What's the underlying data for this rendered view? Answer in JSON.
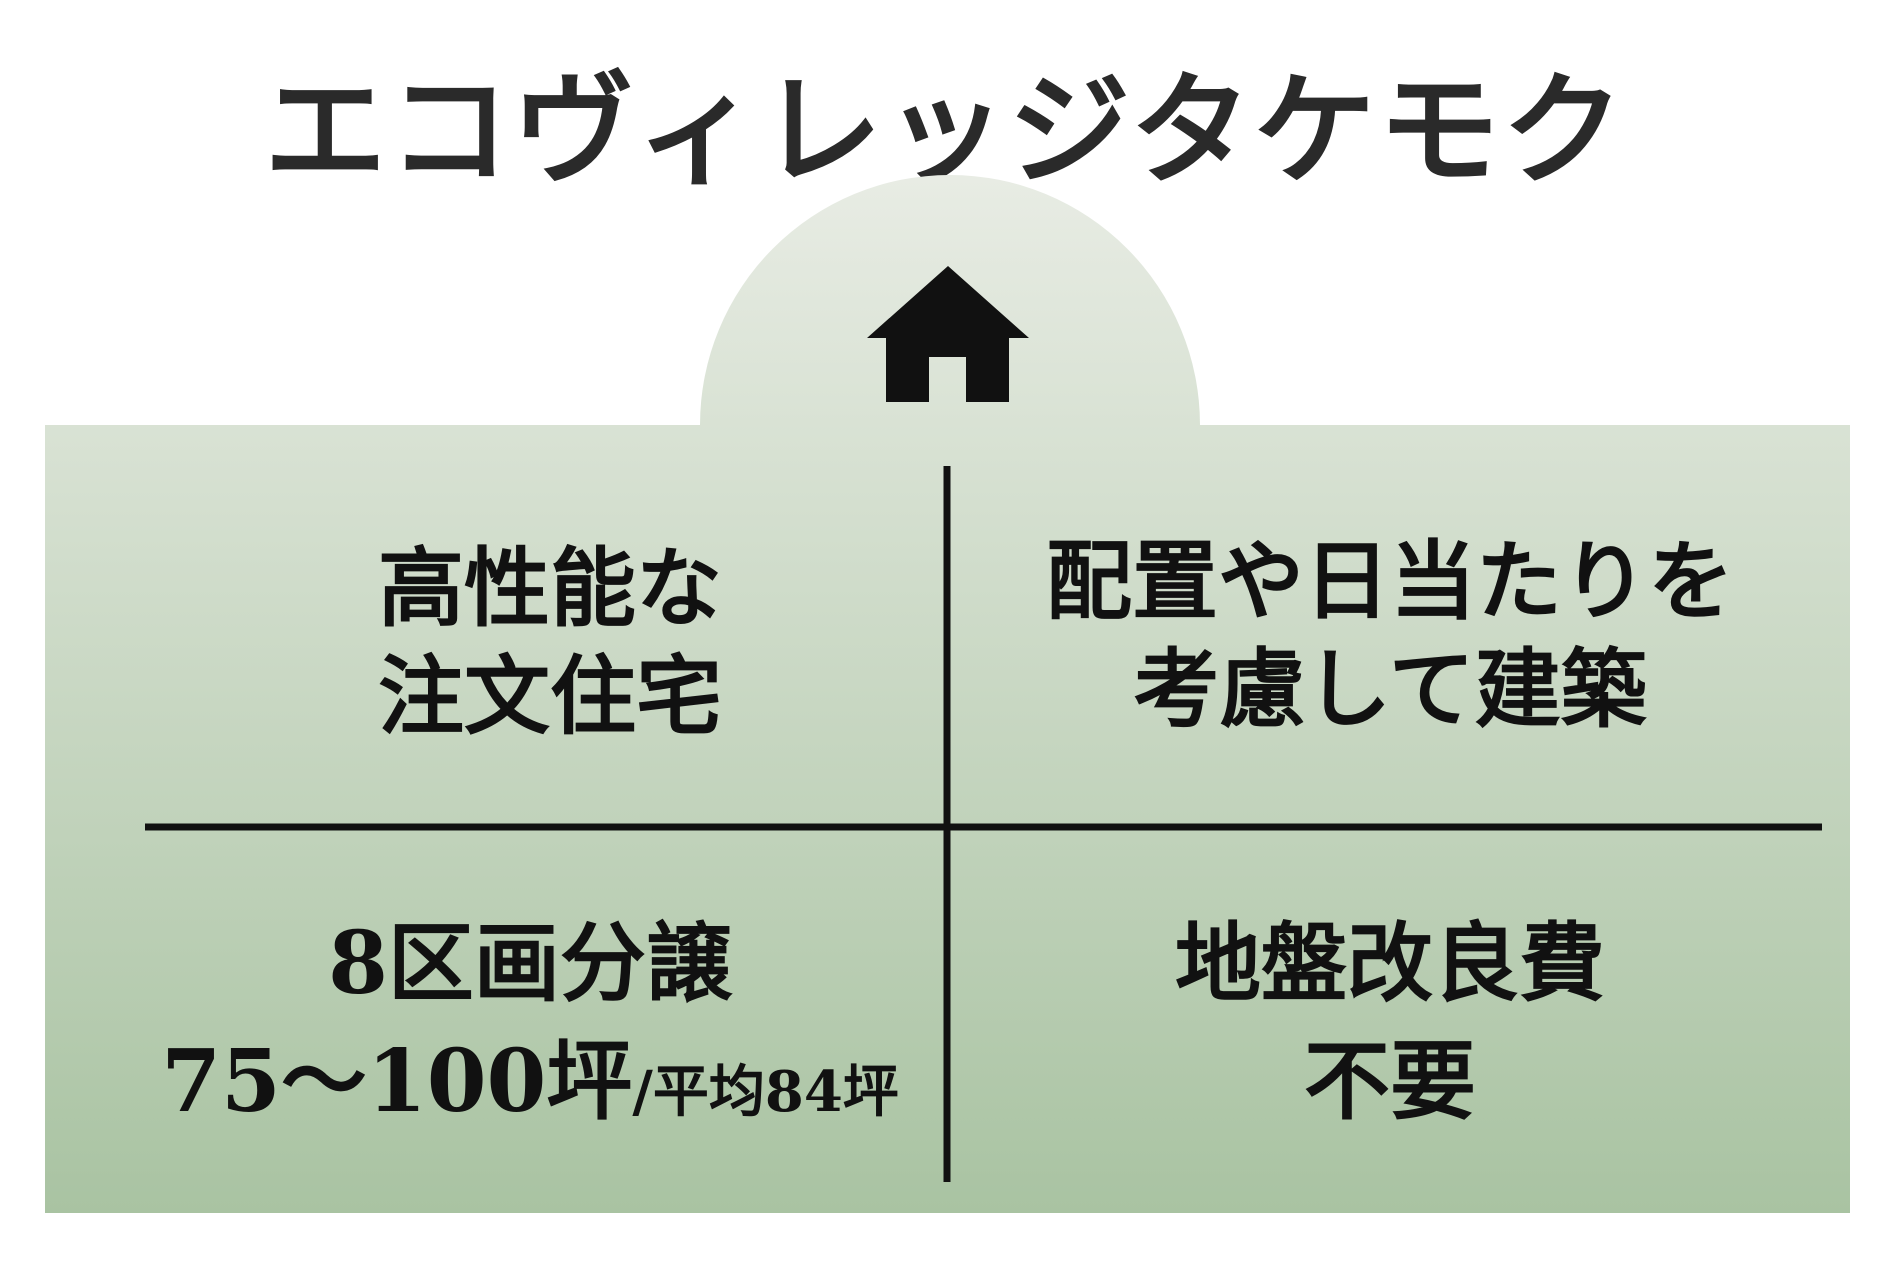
{
  "title": "エコヴィレッジタケモク",
  "icon": "house-icon",
  "colors": {
    "panel_top": "#e8ece4",
    "panel_bottom": "#a9c3a2",
    "divider": "#111111",
    "text": "#111111"
  },
  "cells": {
    "top_left": {
      "line1": "高性能な",
      "line2": "注文住宅"
    },
    "top_right": {
      "line1": "配置や日当たりを",
      "line2": "考慮して建築"
    },
    "bottom_left": {
      "line1": "8区画分譲",
      "line2_main": "75～100坪",
      "line2_suffix": "/平均84坪"
    },
    "bottom_right": {
      "line1": "地盤改良費",
      "line2": "不要"
    }
  }
}
